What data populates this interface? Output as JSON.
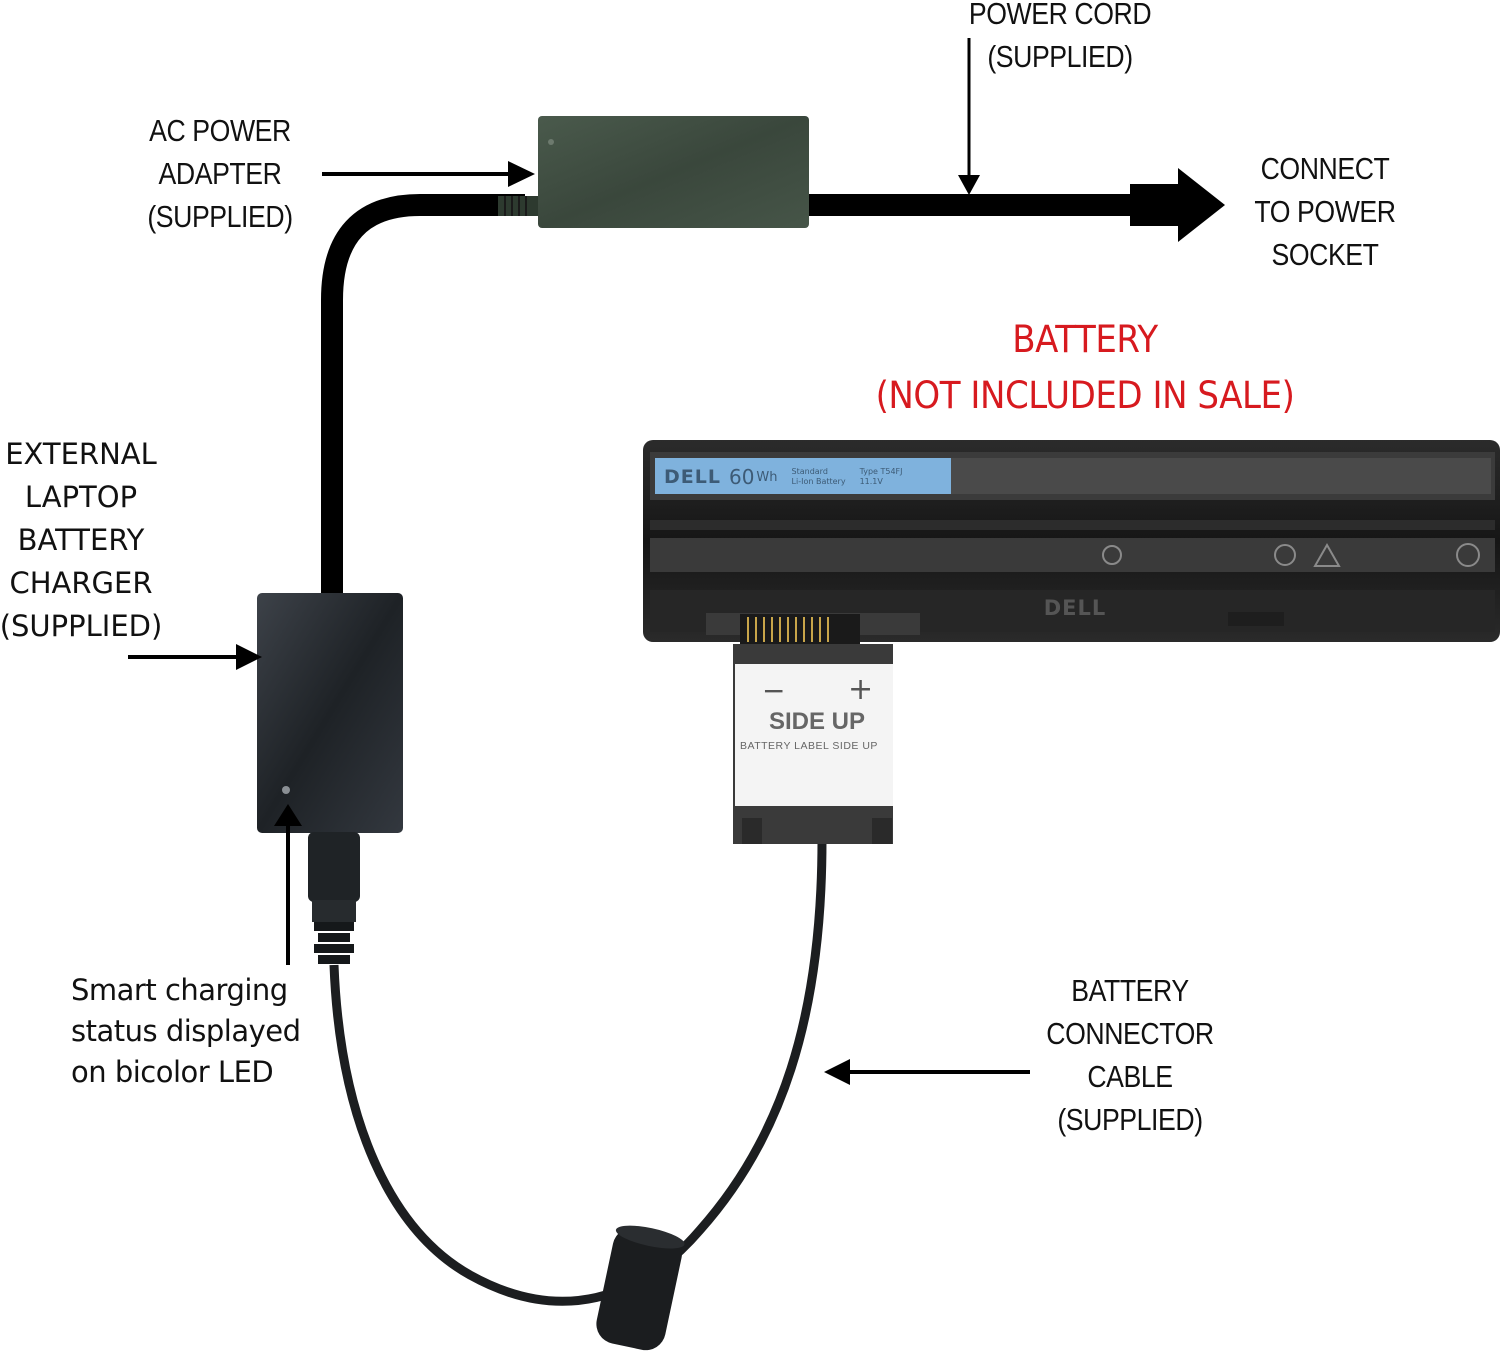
{
  "labels": {
    "power_cord": [
      "POWER CORD",
      "(SUPPLIED)"
    ],
    "ac_adapter": [
      "AC POWER",
      "ADAPTER",
      "(SUPPLIED)"
    ],
    "power_socket": [
      "CONNECT",
      "TO POWER",
      "SOCKET"
    ],
    "battery_heading": [
      "BATTERY",
      "(NOT INCLUDED IN SALE)"
    ],
    "external_charger": [
      "EXTERNAL",
      "LAPTOP",
      "BATTERY",
      "CHARGER",
      "(SUPPLIED)"
    ],
    "led_status": [
      "Smart charging",
      "status displayed",
      "on bicolor LED"
    ],
    "connector_cable": [
      "BATTERY",
      "CONNECTOR",
      "CABLE",
      "(SUPPLIED)"
    ]
  },
  "battery": {
    "brand": "DELL",
    "capacity": "60",
    "capacity_unit": "Wh",
    "spec_line1": "Standard",
    "spec_line2": "Li-Ion Battery",
    "type_line1": "Type T54FJ",
    "type_line2": "11.1V",
    "bottom_brand": "DELL",
    "label_color": "#7fb2dd"
  },
  "connector": {
    "minus": "−",
    "plus": "+",
    "side_up": "SIDE UP",
    "sub_label": "BATTERY LABEL SIDE UP"
  },
  "colors": {
    "accent_red": "#d71a1f",
    "adapter": "#3c4a3e",
    "charger": "#2b2f35",
    "cable": "#000000"
  }
}
